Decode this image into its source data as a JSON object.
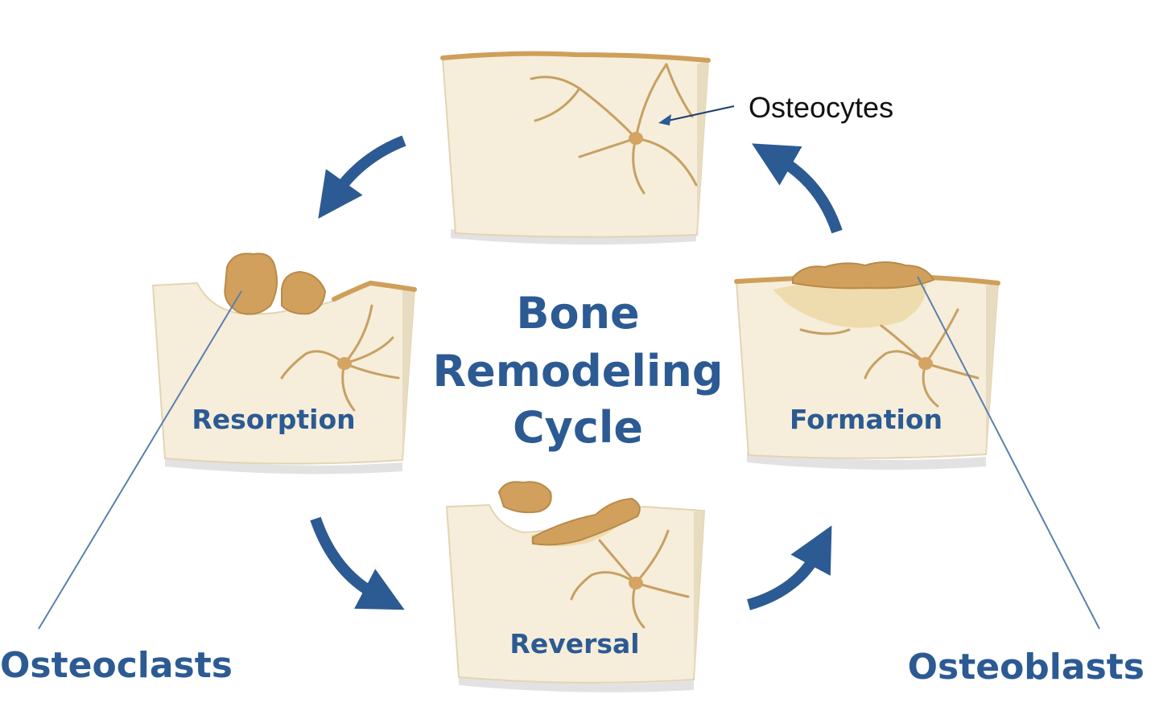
{
  "diagram": {
    "title_lines": [
      "Bone",
      "Remodeling",
      "Cycle"
    ],
    "stages": {
      "resorption": "Resorption",
      "formation": "Formation",
      "reversal": "Reversal"
    },
    "labels": {
      "osteocytes": "Osteocytes",
      "osteoclasts": "Osteoclasts",
      "osteoblasts": "Osteoblasts"
    },
    "colors": {
      "title_blue": "#2c5a93",
      "bone_fill": "#f6eedb",
      "bone_accent": "#cf9f5a"
    }
  }
}
